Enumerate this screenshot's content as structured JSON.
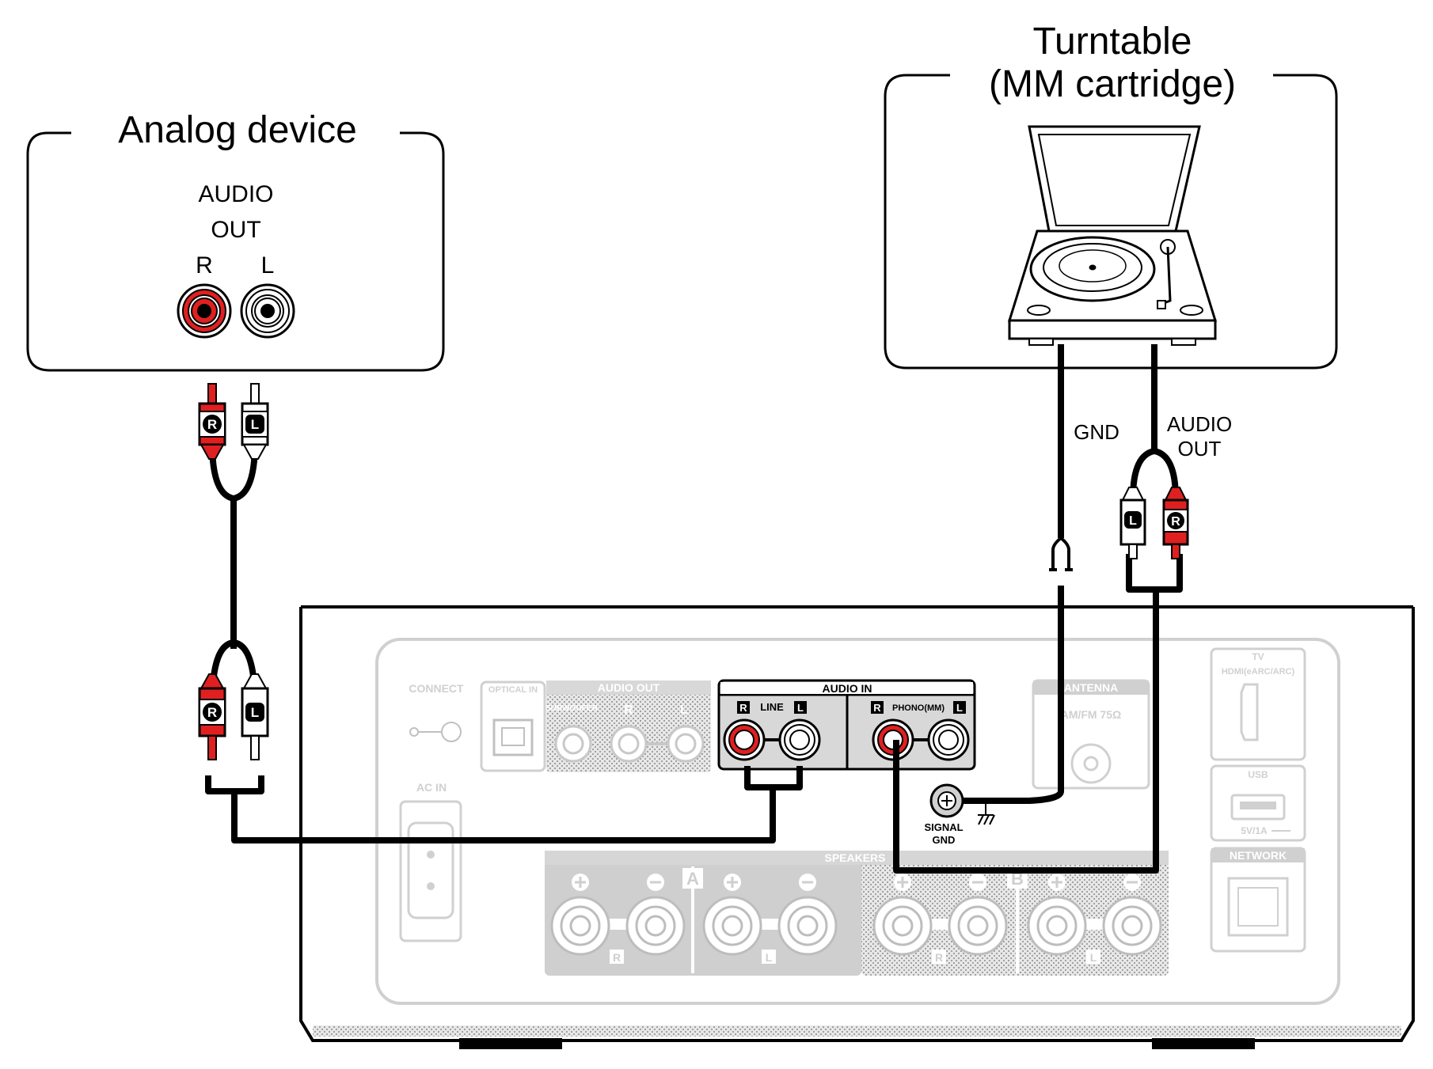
{
  "analog_device": {
    "title": "Analog device",
    "output_line1": "AUDIO",
    "output_line2": "OUT",
    "label_r": "R",
    "label_l": "L"
  },
  "turntable": {
    "title_line1": "Turntable",
    "title_line2": "(MM cartridge)",
    "gnd_label": "GND",
    "audio_out_line1": "AUDIO",
    "audio_out_line2": "OUT"
  },
  "plug_labels": {
    "r": "R",
    "l": "L"
  },
  "receiver": {
    "connect": "CONNECT",
    "optical_in": "OPTICAL IN",
    "audio_out": "AUDIO OUT",
    "subwoofer": "SUBWOOFER",
    "r": "R",
    "l": "L",
    "audio_in": "AUDIO IN",
    "line": "LINE",
    "phono": "PHONO(MM)",
    "signal_gnd_line1": "SIGNAL",
    "signal_gnd_line2": "GND",
    "antenna": "ANTENNA",
    "am_fm": "AM/FM 75Ω",
    "ac_in": "AC IN",
    "speakers": "SPEAKERS",
    "speaker_a": "A",
    "speaker_b": "B",
    "tv": "TV",
    "hdmi": "HDMI(eARC/ARC)",
    "usb": "USB",
    "usb_power": "5V/1A",
    "network": "NETWORK"
  },
  "colors": {
    "red": "#e02020",
    "panel_gray": "#cfcfcf",
    "line": "#000000"
  }
}
